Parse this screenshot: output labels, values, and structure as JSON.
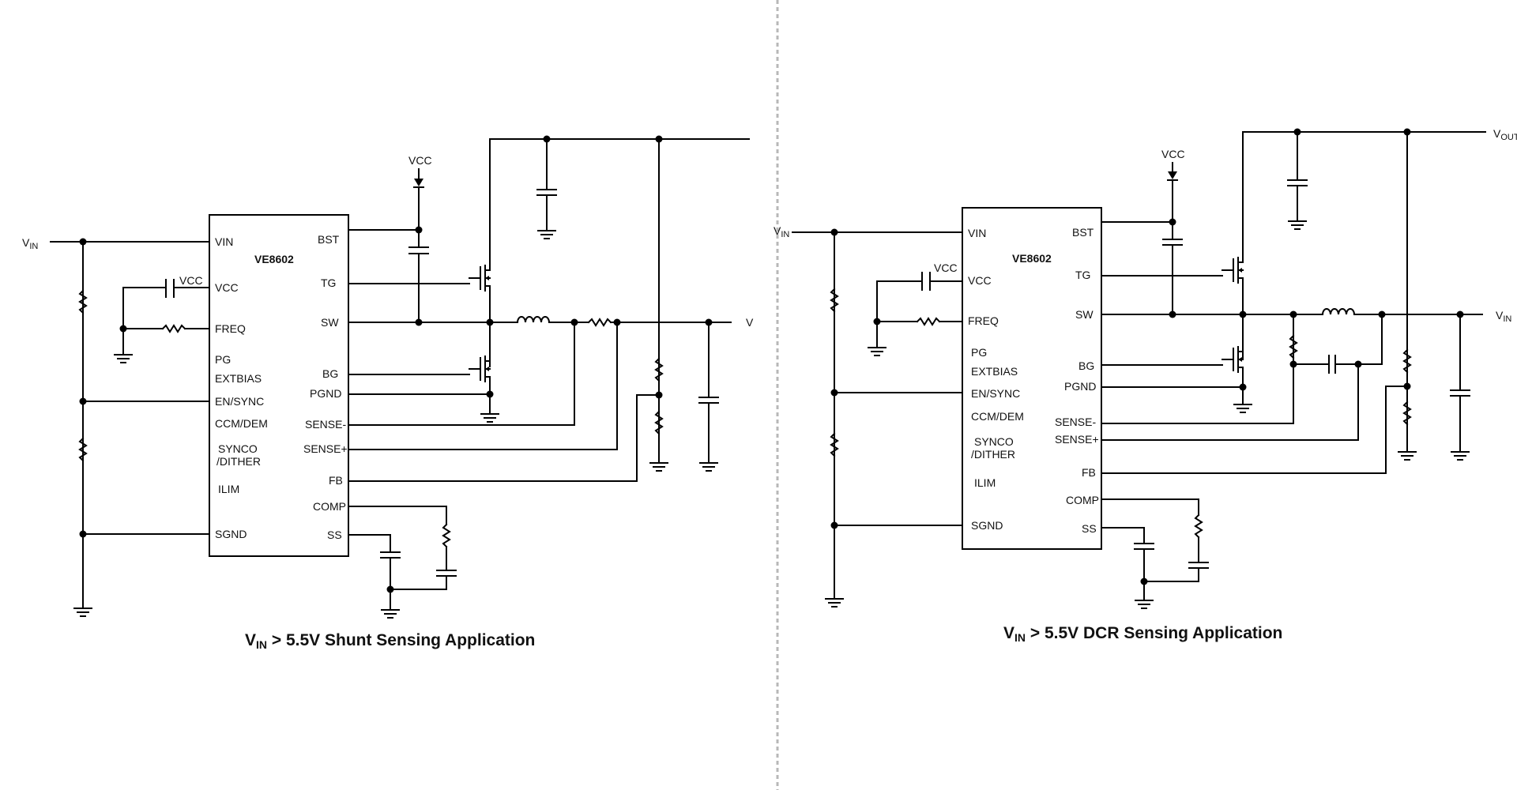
{
  "left": {
    "chip_name": "VE8602",
    "pins_left": [
      "VIN",
      "VCC",
      "FREQ",
      "PG",
      "EXTBIAS",
      "EN/SYNC",
      "CCM/DEM",
      "SYNCO",
      "/DITHER",
      "ILIM",
      "SGND"
    ],
    "pins_right": [
      "BST",
      "TG",
      "SW",
      "BG",
      "PGND",
      "SENSE-",
      "SENSE+",
      "FB",
      "COMP",
      "SS"
    ],
    "vcc_top": "VCC",
    "vcc_cap": "VCC",
    "vin_main": "V",
    "vin_sub": "IN",
    "out_label": "V",
    "caption_main": "V",
    "caption_sub": "IN",
    "caption_rest": " > 5.5V Shunt Sensing Application"
  },
  "right": {
    "chip_name": "VE8602",
    "pins_left": [
      "VIN",
      "VCC",
      "FREQ",
      "PG",
      "EXTBIAS",
      "EN/SYNC",
      "CCM/DEM",
      "SYNCO",
      "/DITHER",
      "ILIM",
      "SGND"
    ],
    "pins_right": [
      "BST",
      "TG",
      "SW",
      "BG",
      "PGND",
      "SENSE-",
      "SENSE+",
      "FB",
      "COMP",
      "SS"
    ],
    "vcc_top": "VCC",
    "vcc_cap": "VCC",
    "vin_main": "V",
    "vin_sub": "IN",
    "vout_main": "V",
    "vout_sub": "OUT",
    "out_main": "V",
    "out_sub": "IN",
    "caption_main": "V",
    "caption_sub": "IN",
    "caption_rest": " > 5.5V DCR Sensing Application"
  }
}
